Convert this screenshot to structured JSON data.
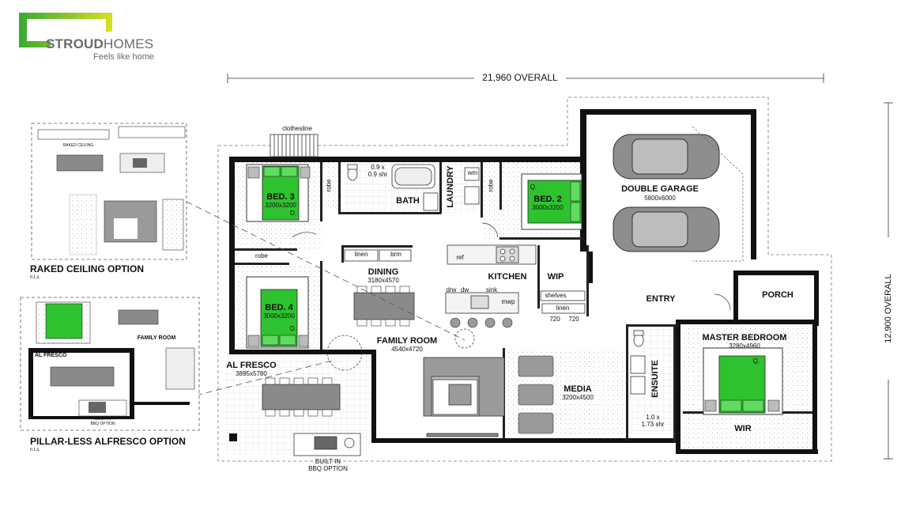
{
  "brand": {
    "name_bold": "STROUD",
    "name_thin": "HOMES",
    "tagline": "Feels like home",
    "accent_colors": [
      "#3aa935",
      "#d6df23"
    ]
  },
  "dimensions": {
    "overall_width": "21,960 OVERALL",
    "overall_depth": "12,900 OVERALL"
  },
  "rooms": {
    "bed3": {
      "name": "BED. 3",
      "size": "3200x3200"
    },
    "bed4": {
      "name": "BED. 4",
      "size": "3000x3200"
    },
    "bed2": {
      "name": "BED. 2",
      "size": "3000x3200"
    },
    "bath": {
      "name": "BATH"
    },
    "laundry": {
      "name": "LAUNDRY"
    },
    "garage": {
      "name": "DOUBLE GARAGE",
      "size": "5800x6000"
    },
    "dining": {
      "name": "DINING",
      "size": "3180x4570"
    },
    "kitchen": {
      "name": "KITCHEN"
    },
    "wip": {
      "name": "WIP"
    },
    "entry": {
      "name": "ENTRY"
    },
    "porch": {
      "name": "PORCH"
    },
    "family": {
      "name": "FAMILY ROOM",
      "size": "4540x4720"
    },
    "alfresco": {
      "name": "AL FRESCO",
      "size": "3895x5780"
    },
    "media": {
      "name": "MEDIA",
      "size": "3200x4500"
    },
    "ensuite": {
      "name": "ENSUITE"
    },
    "master": {
      "name": "MASTER BEDROOM",
      "size": "3280x4960"
    },
    "wir": {
      "name": "WIR"
    }
  },
  "fixtures": {
    "clothesline": "clothesline",
    "robe": "robe",
    "linen": "linen",
    "brm": "brm",
    "wm": "wm",
    "shower_bath": "0.9 x\n0.9 shr",
    "shower_ensuite": "1.0 x\n1.73 shr",
    "drw": "drw",
    "dw": "dw",
    "sink": "sink",
    "mwp": "mwp",
    "ref": "ref",
    "shelves": "shelves",
    "w720a": "720",
    "w720b": "720",
    "bbq": "BUILT IN\nBBQ OPTION",
    "bbq_small": "BUILT IN\nBBQ OPTION",
    "d_mark": "D.",
    "q_mark": "Q."
  },
  "options": {
    "raked": {
      "caption": "RAKED CEILING OPTION",
      "nts": "n.t.s.",
      "tag": "RAKED CEILING"
    },
    "pillarless": {
      "caption": "PILLAR-LESS ALFRESCO OPTION",
      "nts": "n.t.s.",
      "family": "FAMILY ROOM",
      "alfresco": "AL FRESCO"
    }
  }
}
